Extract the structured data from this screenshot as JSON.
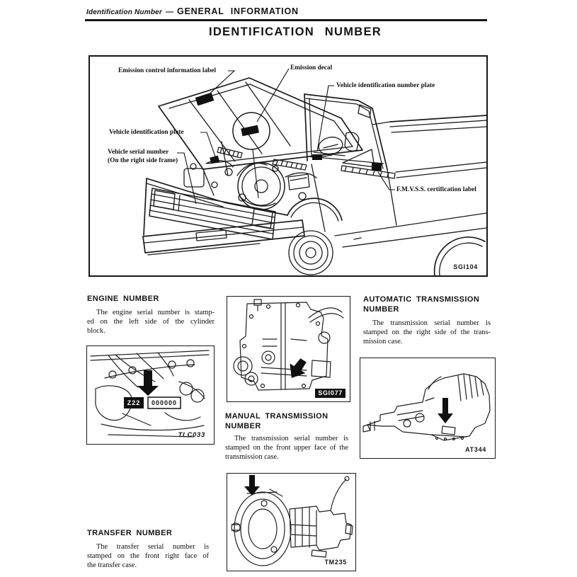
{
  "header": {
    "doc_context": "Identification Number",
    "separator": "—",
    "section_title": "GENERAL INFORMATION"
  },
  "title": "IDENTIFICATION NUMBER",
  "main_figure": {
    "code": "SGI104",
    "labels": {
      "emission_control": "Emission control information label",
      "emission_decal": "Emission decal",
      "vin_number_plate": "Vehicle identification number plate",
      "vehicle_identification_plate": "Vehicle identification plate",
      "vehicle_serial_number": "Vehicle serial number",
      "vehicle_serial_number_note": "(On the right side frame)",
      "fmvss": "F.M.V.S.S. certification label"
    }
  },
  "sections": {
    "engine": {
      "heading": "ENGINE NUMBER",
      "body": [
        "The engine serial number is stamp-",
        "ed on the left side of the cylinder",
        "block."
      ]
    },
    "automatic": {
      "heading_line1": "AUTOMATIC TRANSMISSION",
      "heading_line2": "NUMBER",
      "body": [
        "The transmission serial number is",
        "stamped on the right side of the trans-",
        "mission case."
      ]
    },
    "manual": {
      "heading_line1": "MANUAL TRANSMISSION",
      "heading_line2": "NUMBER",
      "body": [
        "The transmission serial number is",
        "stamped on the front upper face of the",
        "transmission case."
      ]
    },
    "transfer": {
      "heading": "TRANSFER NUMBER",
      "body": [
        "The transfer serial number is",
        "stamped on the front right face of",
        "the transfer case."
      ]
    }
  },
  "figures": {
    "engine": {
      "code": "TLC033",
      "stamp_model": "Z22",
      "stamp_serial": "000000"
    },
    "transfer_case": {
      "code": "SGI077"
    },
    "automatic": {
      "code": "AT344"
    },
    "manual": {
      "code": "TM235"
    }
  },
  "colors": {
    "ink": "#141414",
    "paper": "#ffffff"
  }
}
